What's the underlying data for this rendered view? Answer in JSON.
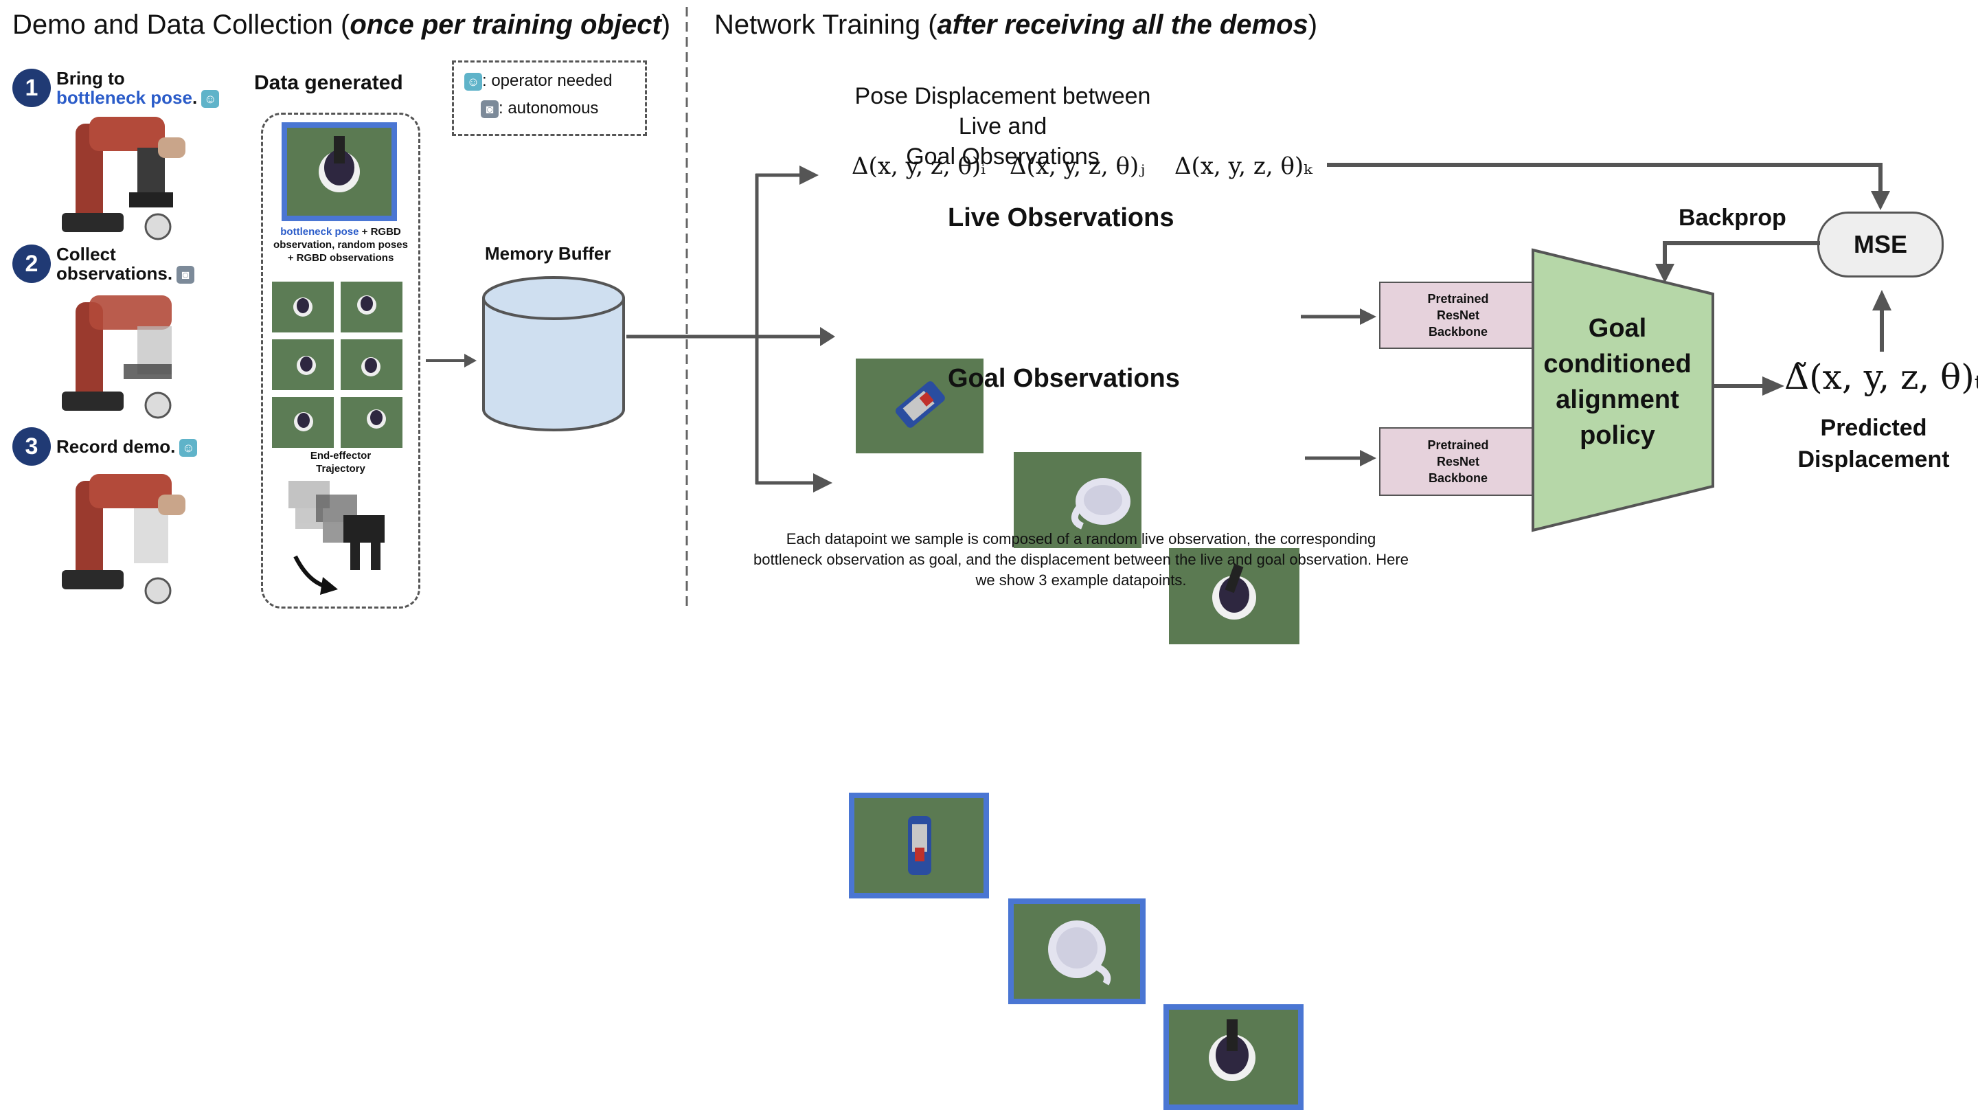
{
  "left_header": {
    "prefix": "Demo and Data Collection (",
    "emphasis": "once per training object",
    "suffix": ")"
  },
  "right_header": {
    "prefix": "Network Training (",
    "emphasis": "after receiving all the demos",
    "suffix": ")"
  },
  "steps": [
    {
      "number": "1",
      "line1": "Bring to",
      "line2_blue": "bottleneck pose",
      "line2_rest": ".",
      "icon": "operator-icon"
    },
    {
      "number": "2",
      "line1": "Collect",
      "line2_blue": "",
      "line2_rest": "observations.",
      "icon": "robot-icon"
    },
    {
      "number": "3",
      "line1": "Record demo.",
      "line2_blue": "",
      "line2_rest": "",
      "icon": "operator-icon"
    }
  ],
  "legend": {
    "operator": ": operator needed",
    "autonomous": ": autonomous"
  },
  "data_generated": {
    "title": "Data generated",
    "caption_blue": "bottleneck pose",
    "caption_rest": " + RGBD observation, random poses + RGBD observations",
    "trajectory_label": "End-effector Trajectory"
  },
  "memory_buffer": {
    "label": "Memory Buffer"
  },
  "pose_displacement": {
    "title_line1": "Pose Displacement between Live and",
    "title_line2": "Goal Observations",
    "formulas": [
      "Δ(x, y, z, θ)ᵢ",
      "Δ(x, y, z, θ)ⱼ",
      "Δ(x, y, z, θ)ₖ"
    ]
  },
  "live_observations": {
    "title": "Live Observations"
  },
  "goal_observations": {
    "title": "Goal Observations"
  },
  "backbone": {
    "line1": "Pretrained",
    "line2": "ResNet",
    "line3": "Backbone"
  },
  "policy": {
    "line1": "Goal",
    "line2": "conditioned",
    "line3": "alignment",
    "line4": "policy"
  },
  "backprop": {
    "label": "Backprop"
  },
  "mse": {
    "label": "MSE"
  },
  "output": {
    "formula": "Δ̃(x, y, z, θ)ₜ",
    "line1": "Predicted",
    "line2": "Displacement"
  },
  "bottom_caption": "Each datapoint we sample is composed of a random live observation, the corresponding bottleneck observation as goal, and the displacement between the live and goal observation. Here we show 3 example datapoints.",
  "colors": {
    "blue": "#2b5cc9",
    "step_circle": "#203a74",
    "goal_border": "#4a76d3",
    "policy": "#b6d7a8",
    "buffer": "#cfdff0",
    "backbone": "#e6d2dc",
    "arrow": "#555555"
  }
}
